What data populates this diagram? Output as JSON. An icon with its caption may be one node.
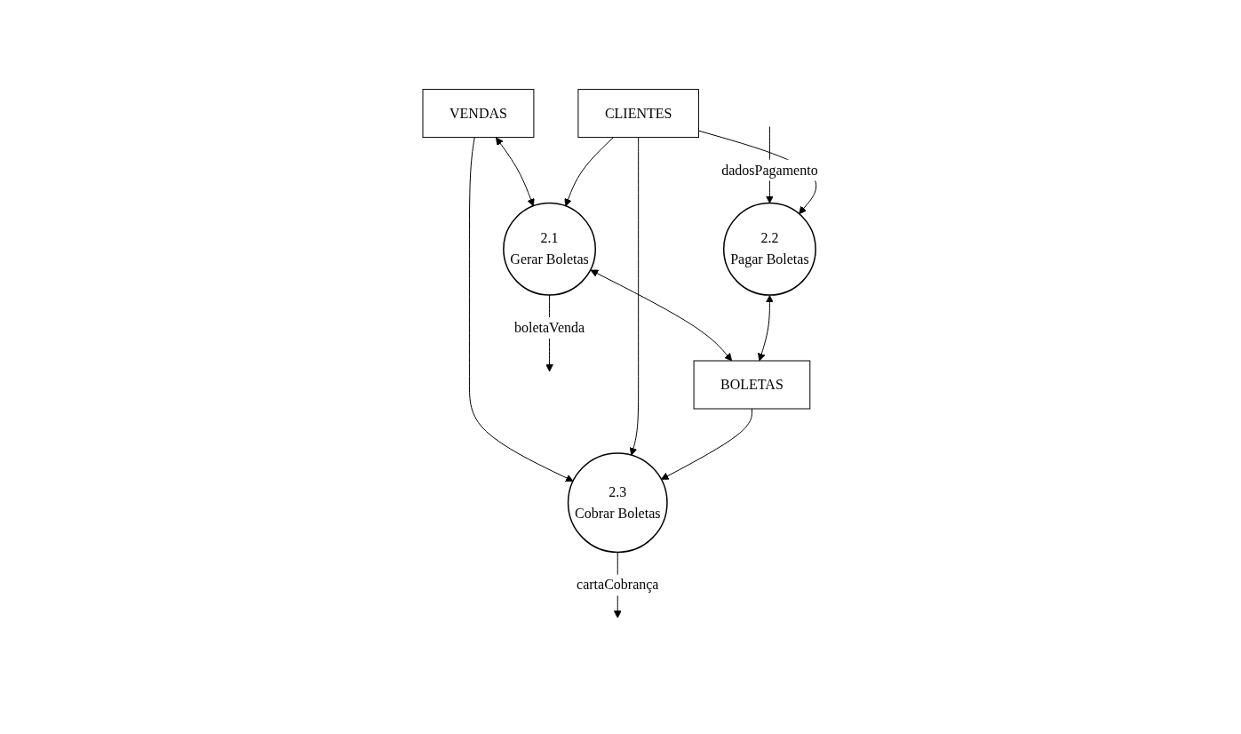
{
  "diagram": {
    "nodes": [
      {
        "text": [
          "2.1",
          "Gerar Boletas"
        ]
      },
      {
        "text": [
          "2.2",
          "Pagar Boletas"
        ]
      },
      {
        "text": [
          "VENDAS"
        ]
      },
      {
        "text": [
          "CLIENTES"
        ]
      },
      {
        "text": [
          "BOLETAS"
        ]
      },
      {
        "text": [
          "2.3",
          "Cobrar Boletas"
        ]
      }
    ],
    "edges": [
      {
        "from": 0,
        "to": null,
        "arrow": "to",
        "label": "boletaVenda"
      },
      {
        "from": null,
        "to": 1,
        "arrow": "to",
        "label": "dadosPagamento"
      },
      {
        "from": 2,
        "to": 0,
        "arrow": "both"
      },
      {
        "from": 3,
        "to": 0,
        "arrow": "to"
      },
      {
        "from": 3,
        "to": 1,
        "arrow": "to"
      },
      {
        "from": 0,
        "to": 4,
        "arrow": "both"
      },
      {
        "from": 1,
        "to": 4,
        "arrow": "both"
      },
      {
        "from": 2,
        "to": 5,
        "arrow": "to"
      },
      {
        "from": 3,
        "to": 5,
        "arrow": "to"
      },
      {
        "from": 4,
        "to": 5,
        "arrow": "to"
      },
      {
        "from": 5,
        "to": null,
        "arrow": "to",
        "label": "cartaCobrança"
      }
    ]
  }
}
